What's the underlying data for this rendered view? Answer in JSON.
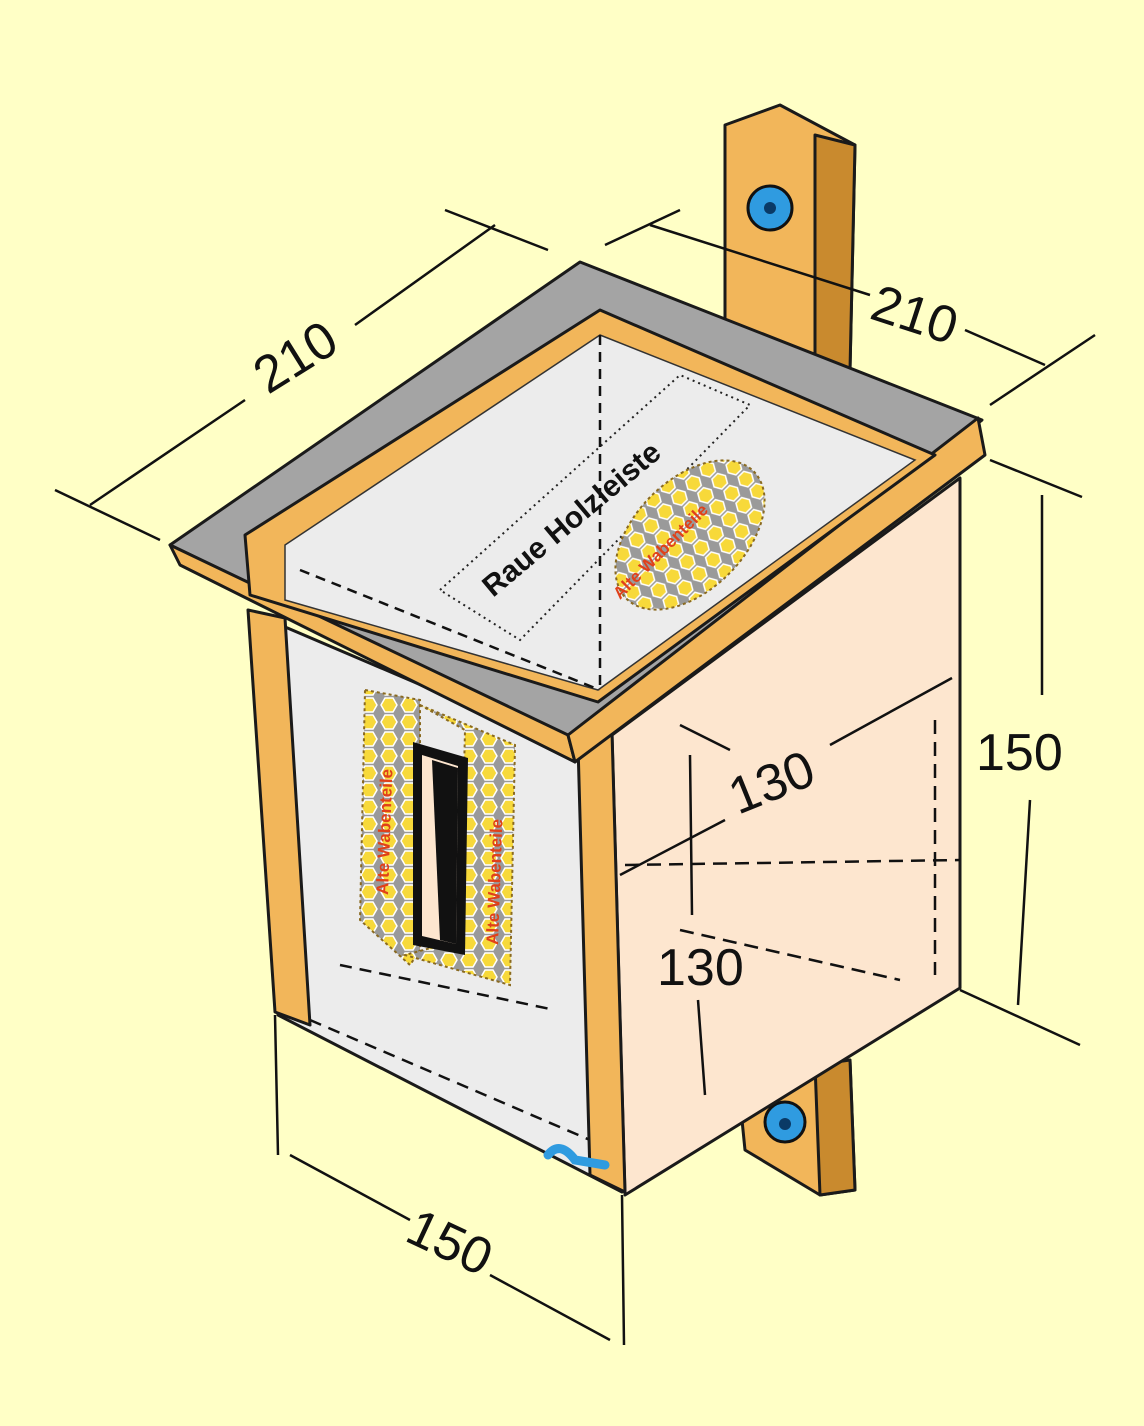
{
  "title": "Bienenkasten Bauplan",
  "colors": {
    "background": "#FFFFC6",
    "wood": "#F2B65A",
    "wood_dark": "#C98A2E",
    "roof": "#A4A4A4",
    "inner": "#ECECEC",
    "side": "#FDE6CF",
    "screw": "#2F9BE0",
    "comb": "#F7D93A",
    "label_red": "#E0401A"
  },
  "labels": {
    "rough_strip": "Raue Holzleiste",
    "old_comb_1": "Alte Wabenteile",
    "old_comb_2": "Alte Wabenteile",
    "old_comb_3": "Alte Wabenteile"
  },
  "dimensions": {
    "roof_left": "210",
    "roof_right": "210",
    "height_right": "150",
    "inner_depth": "130",
    "inner_height": "130",
    "front_width": "150"
  }
}
